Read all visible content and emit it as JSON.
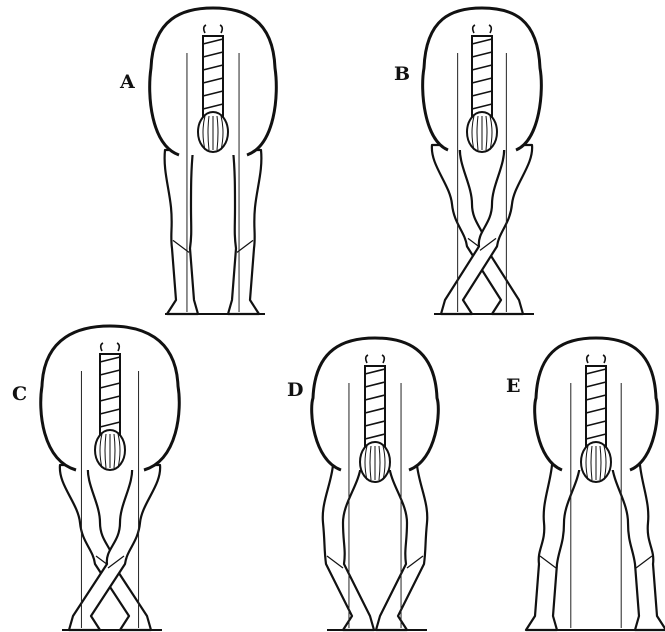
{
  "figure": {
    "panels": [
      {
        "id": "A",
        "label": "A",
        "stance": "normal"
      },
      {
        "id": "B",
        "label": "B",
        "stance": "base-narrow"
      },
      {
        "id": "C",
        "label": "C",
        "stance": "base-narrow"
      },
      {
        "id": "D",
        "label": "D",
        "stance": "bow-legged"
      },
      {
        "id": "E",
        "label": "E",
        "stance": "base-wide"
      }
    ]
  },
  "colors": {
    "line": "#111111",
    "background": "#ffffff"
  }
}
